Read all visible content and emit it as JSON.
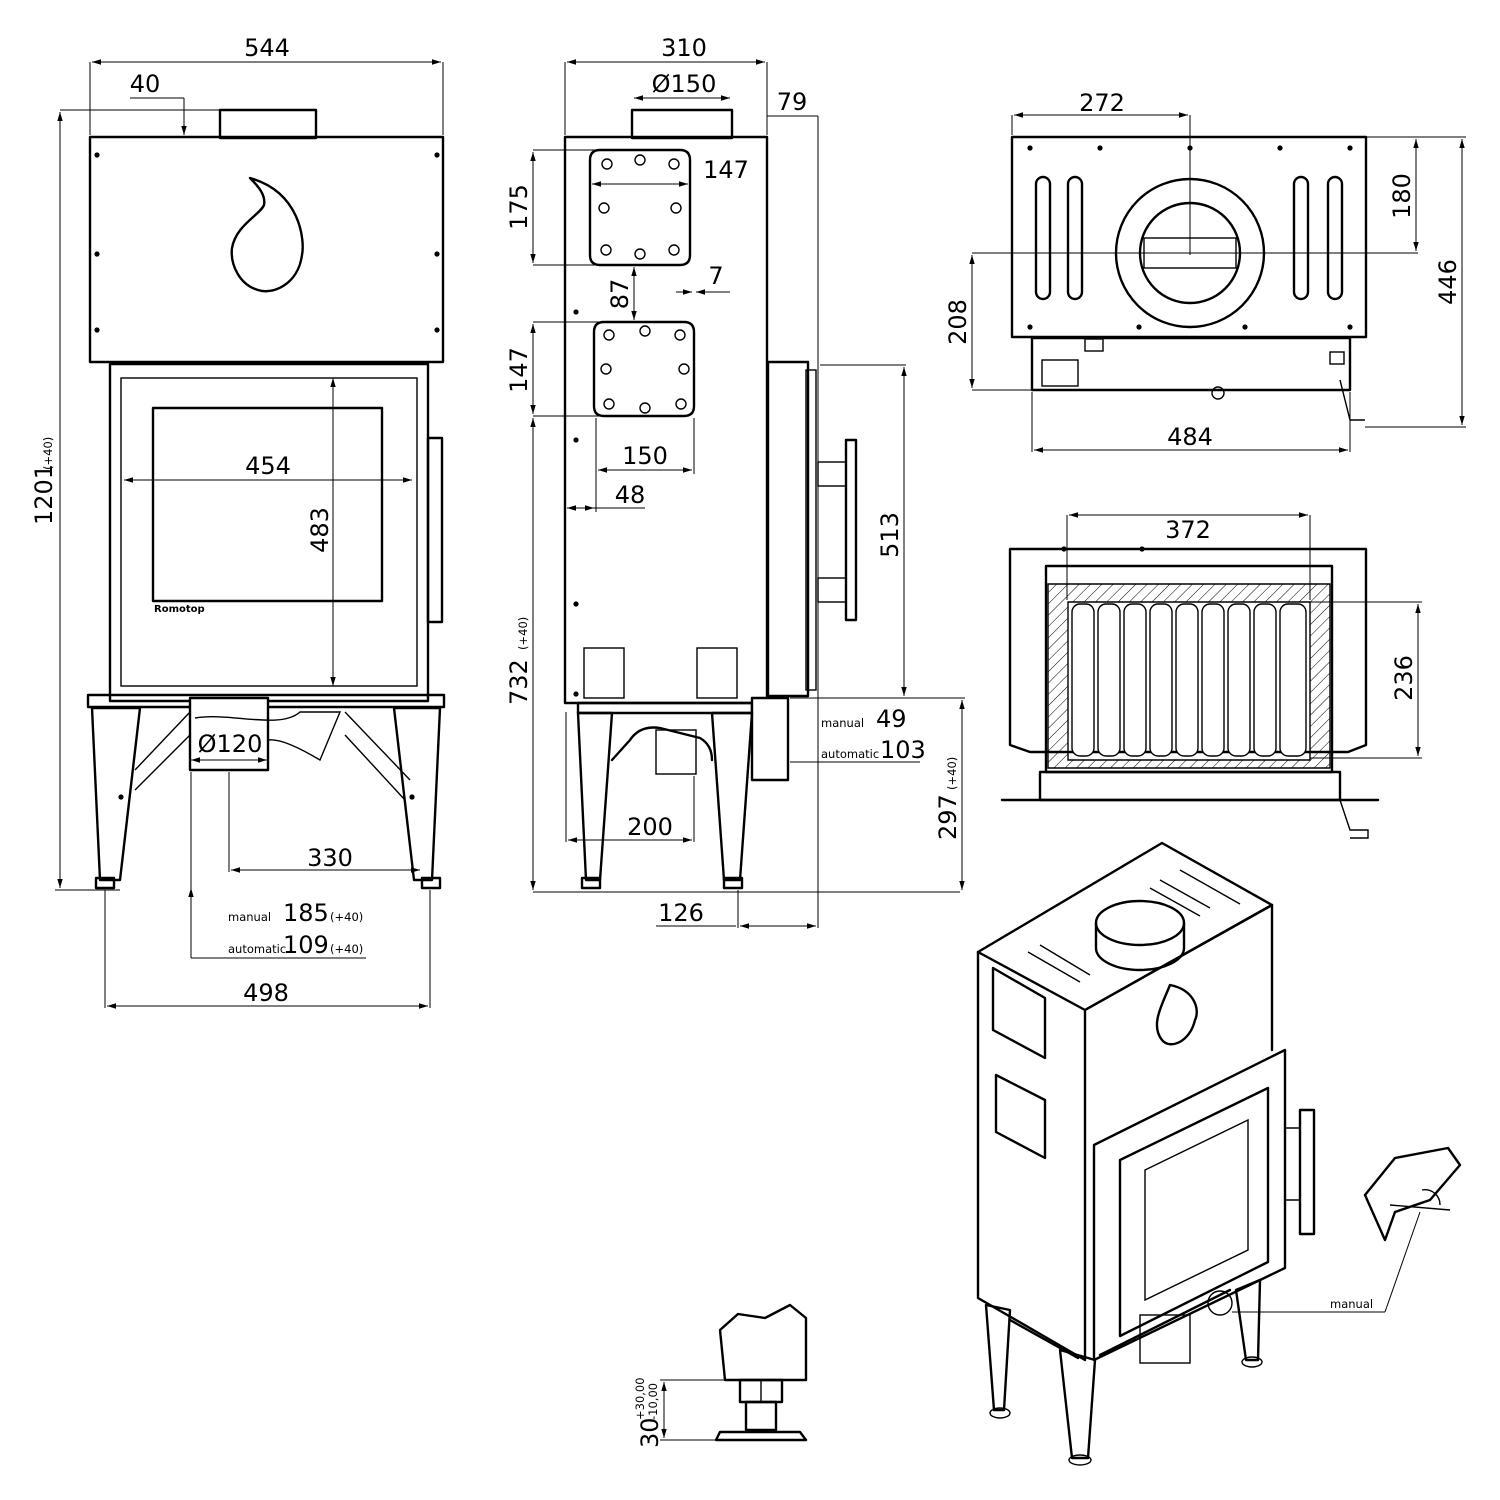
{
  "front": {
    "width": "544",
    "top_gap": "40",
    "height": "1201",
    "height_tol": "(+40)",
    "glass_w": "454",
    "glass_h": "483",
    "flue_dia": "Ø120",
    "leg_offset": "330",
    "manual_label": "manual",
    "manual_val": "185",
    "manual_tol": "(+40)",
    "auto_label": "automatic",
    "auto_val": "109",
    "auto_tol": "(+40)",
    "base_w": "498",
    "brand": "Romotop"
  },
  "side": {
    "depth": "310",
    "flue_dia": "Ø150",
    "rear": "79",
    "port1_h": "175",
    "port1_w": "147",
    "gap": "87",
    "offset": "7",
    "port2_h": "147",
    "port2_w": "150",
    "port_x": "48",
    "height": "732",
    "height_tol": "(+40)",
    "door_h": "513",
    "leg_w": "200",
    "manual_label": "manual",
    "manual_val": "49",
    "auto_label": "automatic",
    "auto_val": "103",
    "floor_h": "297",
    "floor_tol": "(+40)",
    "foot": "126"
  },
  "top": {
    "flue_pos": "272",
    "depth_a": "180",
    "depth_b": "208",
    "depth_total": "446",
    "width": "484"
  },
  "section": {
    "width": "372",
    "height": "236"
  },
  "leveler": {
    "value": "30",
    "tol_plus": "+30,00",
    "tol_minus": "-10,00"
  },
  "iso": {
    "manual_label": "manual"
  }
}
